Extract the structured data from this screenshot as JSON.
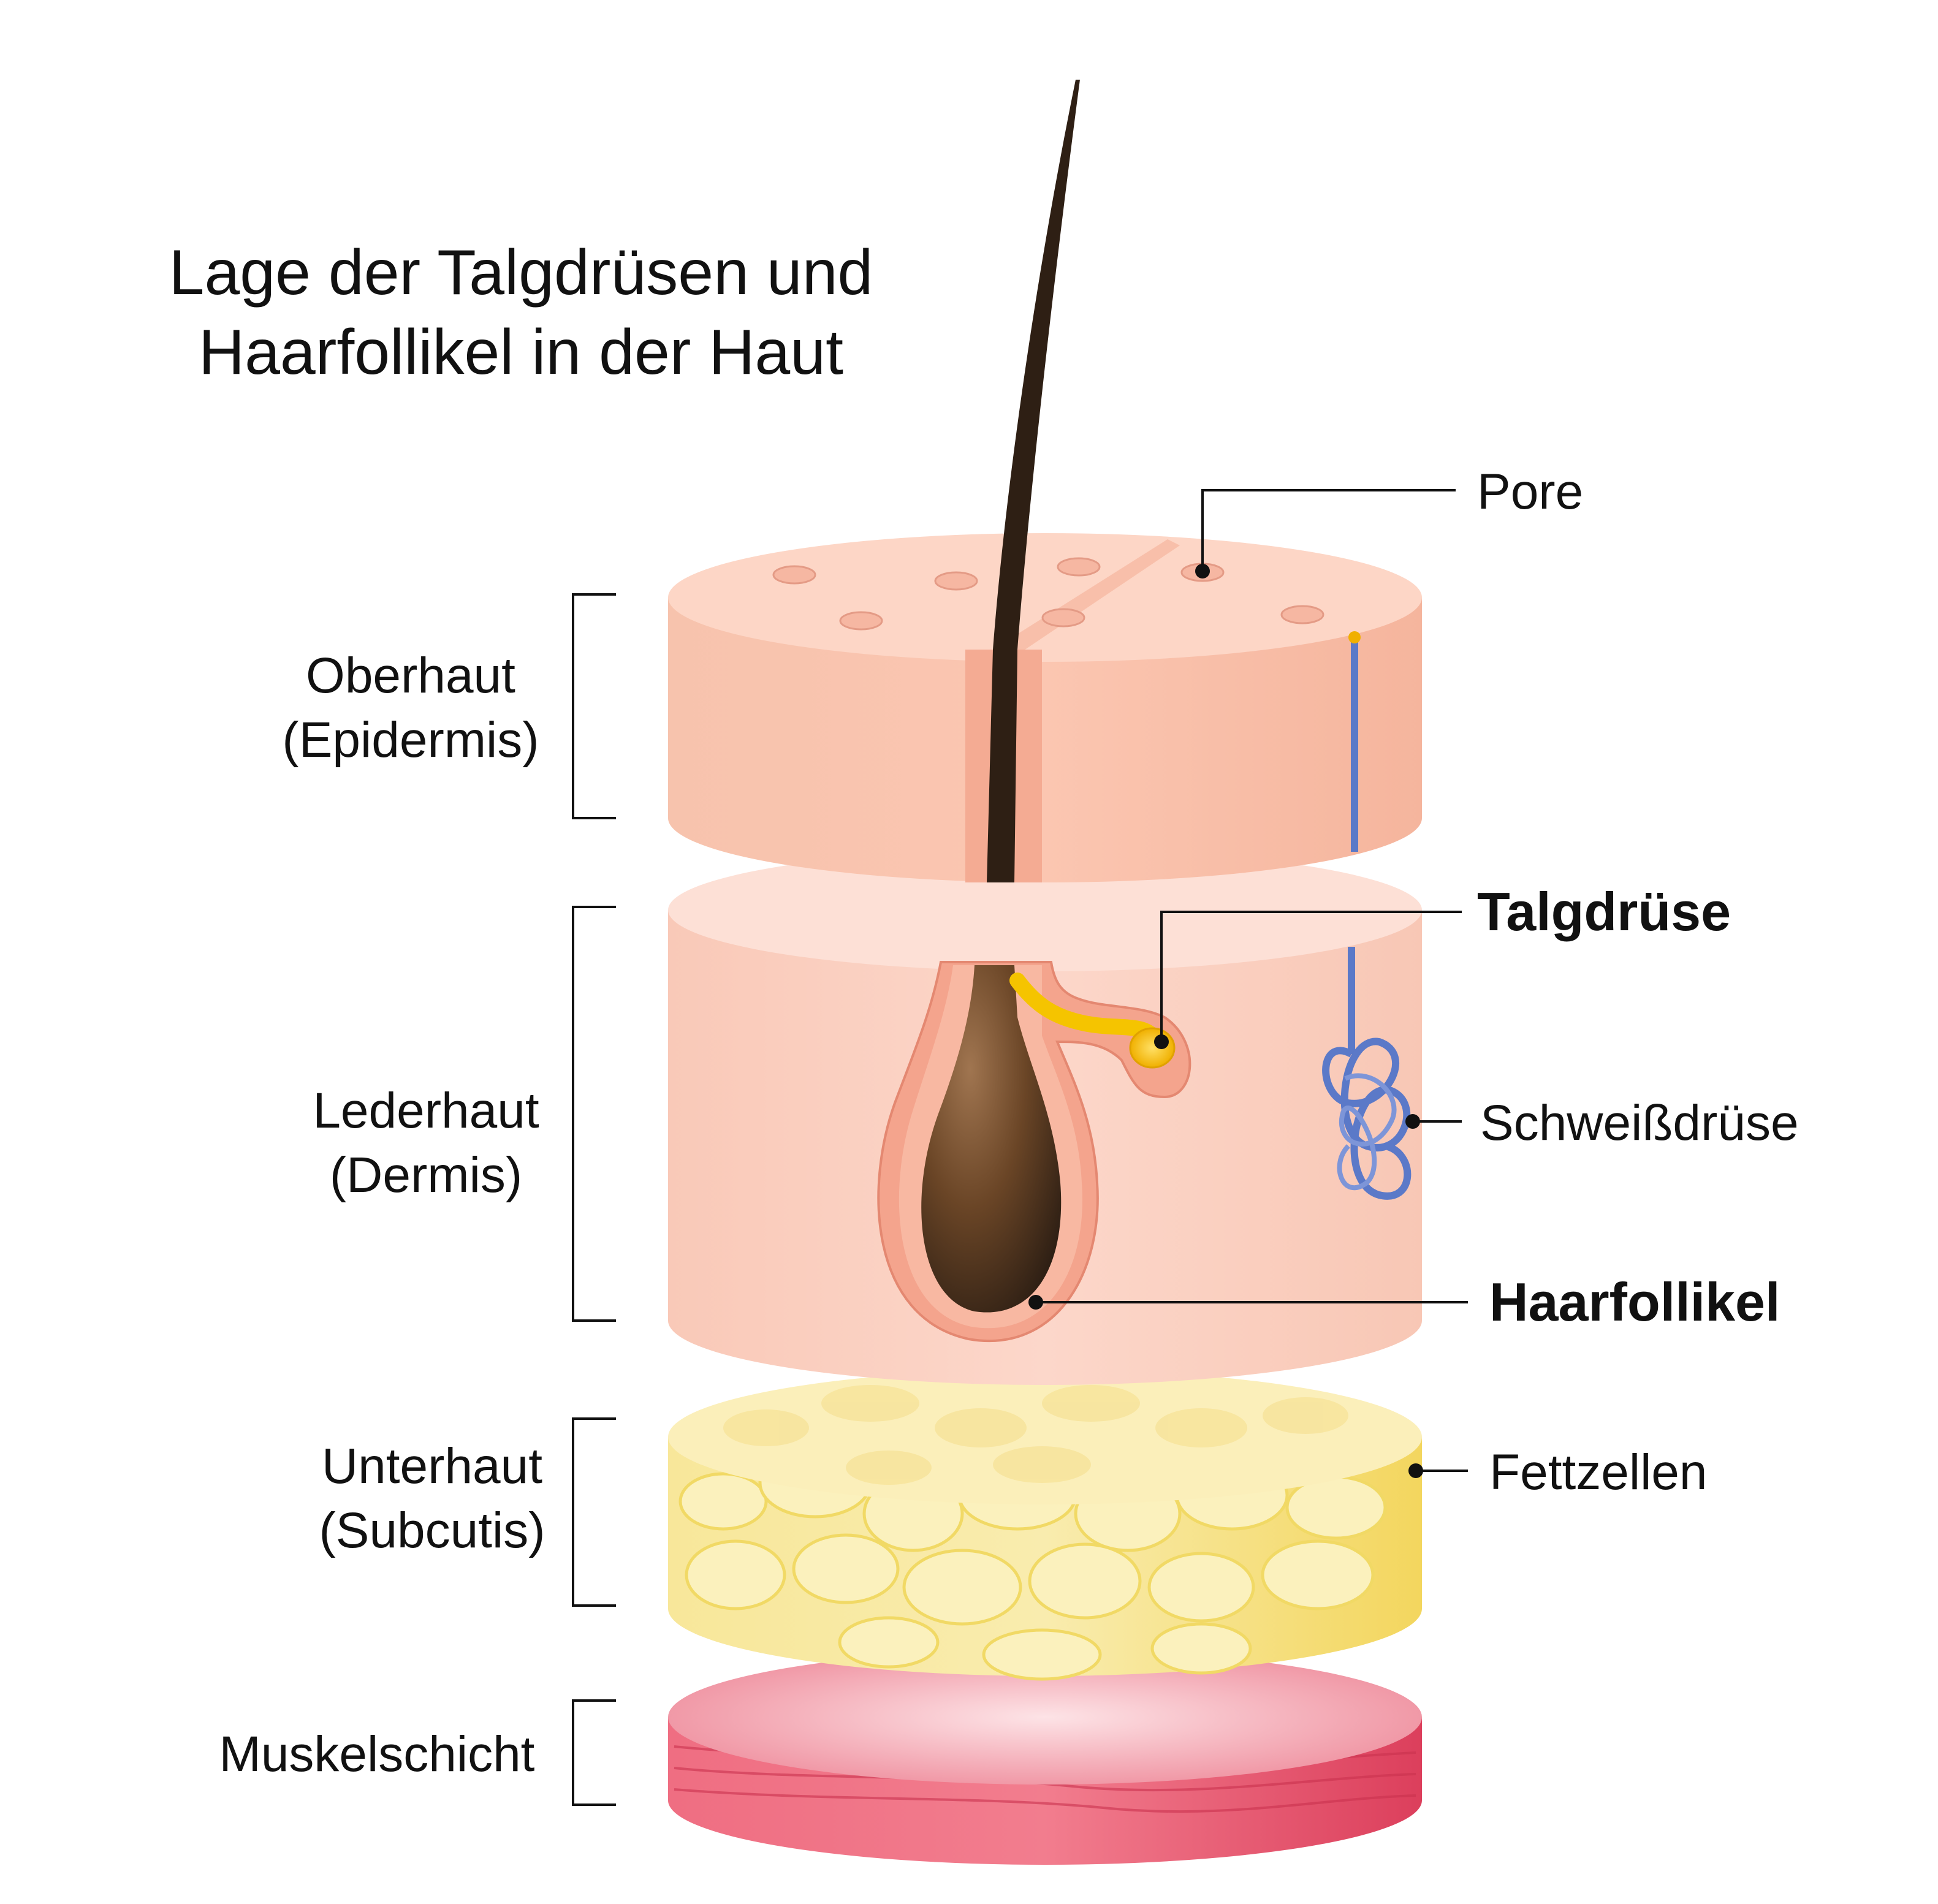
{
  "title": {
    "line1": "Lage der Talgdrüsen und",
    "line2": "Haarfollikel in der Haut"
  },
  "layers": [
    {
      "line1": "Oberhaut",
      "line2": "(Epidermis)"
    },
    {
      "line1": "Lederhaut",
      "line2": "(Dermis)"
    },
    {
      "line1": "Unterhaut",
      "line2": "(Subcutis)"
    },
    {
      "line1": "Muskelschicht"
    }
  ],
  "callouts": {
    "pore": "Pore",
    "talgdruese": "Talgdrüse",
    "schweissdruese": "Schweißdrüse",
    "haarfollikel": "Haarfollikel",
    "fettzellen": "Fettzellen"
  },
  "colors": {
    "epidermis": "#f9b9a2",
    "dermis": "#fbd0c2",
    "subcutis": "#f6e07a",
    "muscle": "#e4516a",
    "hair": "#2e1f14",
    "sebum": "#f5c400",
    "sweat_gland": "#5b79c8"
  }
}
